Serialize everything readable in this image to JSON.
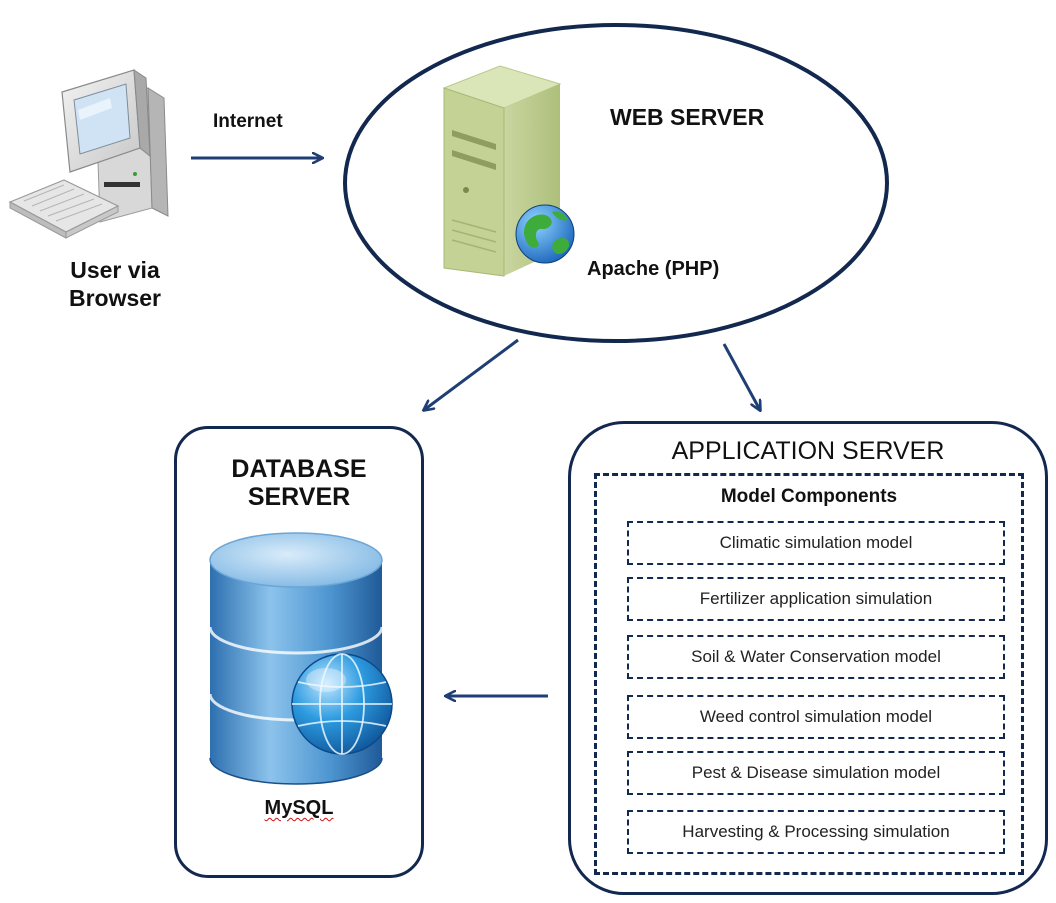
{
  "user": {
    "line1": "User via",
    "line2": "Browser"
  },
  "connection": {
    "label": "Internet"
  },
  "web_server": {
    "title": "WEB SERVER",
    "software": "Apache (PHP)"
  },
  "database_server": {
    "line1": "DATABASE",
    "line2": "SERVER",
    "software": "MySQL"
  },
  "application_server": {
    "title": "APPLICATION SERVER",
    "components_title": "Model Components",
    "components": [
      "Climatic simulation model",
      "Fertilizer application simulation",
      "Soil & Water Conservation model",
      "Weed control simulation model",
      "Pest & Disease simulation model",
      "Harvesting & Processing simulation"
    ]
  },
  "colors": {
    "outline": "#13284f",
    "arrow": "#1f3f74",
    "server_green": "#b9c98a",
    "database_blue": "#4a93cf"
  }
}
